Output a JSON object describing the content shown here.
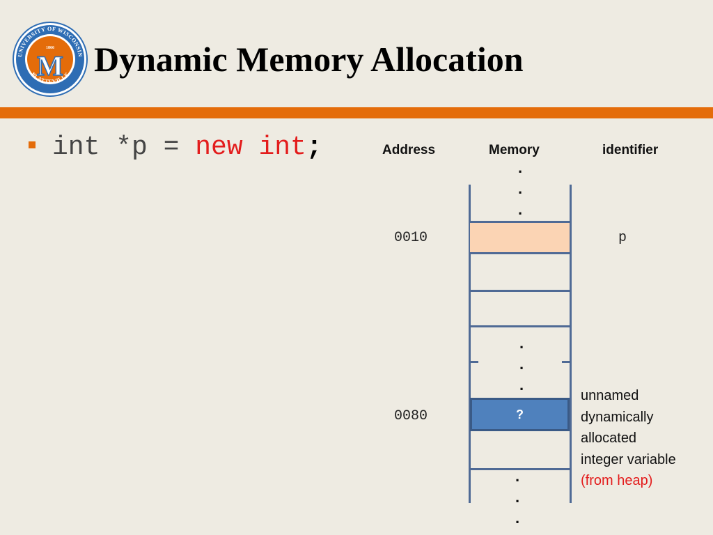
{
  "slide": {
    "title": "Dynamic Memory Allocation",
    "logo": {
      "ring_text_top": "UNIVERSITY OF WISCONSIN",
      "ring_text_bottom": "PLATTEVILLE",
      "year": "1866",
      "letter": "M",
      "colors": {
        "ring": "#2e6db4",
        "inner": "#e46c0a",
        "letter": "#e46c0a"
      }
    },
    "accent_color": "#e46c0a"
  },
  "code": {
    "part1": "int *p = ",
    "keyword": "new int",
    "semicolon": ";"
  },
  "diagram": {
    "headers": {
      "address": "Address",
      "memory": "Memory",
      "identifier": "identifier"
    },
    "rows": [
      {
        "address": "0010",
        "identifier": "p",
        "value": "",
        "color": "#fbd4b4"
      },
      {
        "address": "0080",
        "identifier": "",
        "value": "?",
        "color": "#4f81bd"
      }
    ],
    "note_lines": [
      "unnamed",
      "dynamically",
      "allocated",
      "integer variable"
    ],
    "note_red": "(from heap)"
  }
}
